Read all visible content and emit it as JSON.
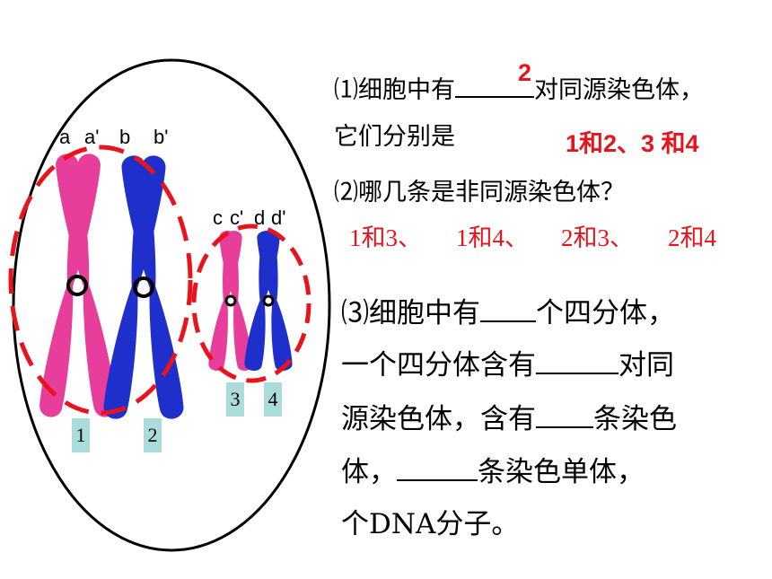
{
  "figure": {
    "labels_big": [
      "a",
      "a'",
      "b",
      "b'"
    ],
    "labels_small": [
      "c",
      "c'",
      "d",
      "d'"
    ],
    "numbers": [
      "1",
      "2",
      "3",
      "4"
    ],
    "colors": {
      "pink": "#e83e9b",
      "blue": "#1f2fcc",
      "red_dash": "#e8141c"
    }
  },
  "q1": {
    "prefix": "⑴细胞中有",
    "answer": "2",
    "suffix": "对同源染色体，",
    "line2": "它们分别是",
    "answer2": "1和2、3 和4"
  },
  "q2": {
    "text": "⑵哪几条是非同源染色体？",
    "answers": [
      "1和3、",
      "1和4、",
      "2和3、",
      "2和4"
    ]
  },
  "q3": {
    "l1a": "⑶细胞中有",
    "l1b": "个四分体，",
    "l2a": "一个四分体含有",
    "l2b": "对同",
    "l3a": "源染色体，含有",
    "l3b": "条染色",
    "l4a": "体，",
    "l4b": "条染色单体，",
    "l5": "个DNA分子。"
  }
}
